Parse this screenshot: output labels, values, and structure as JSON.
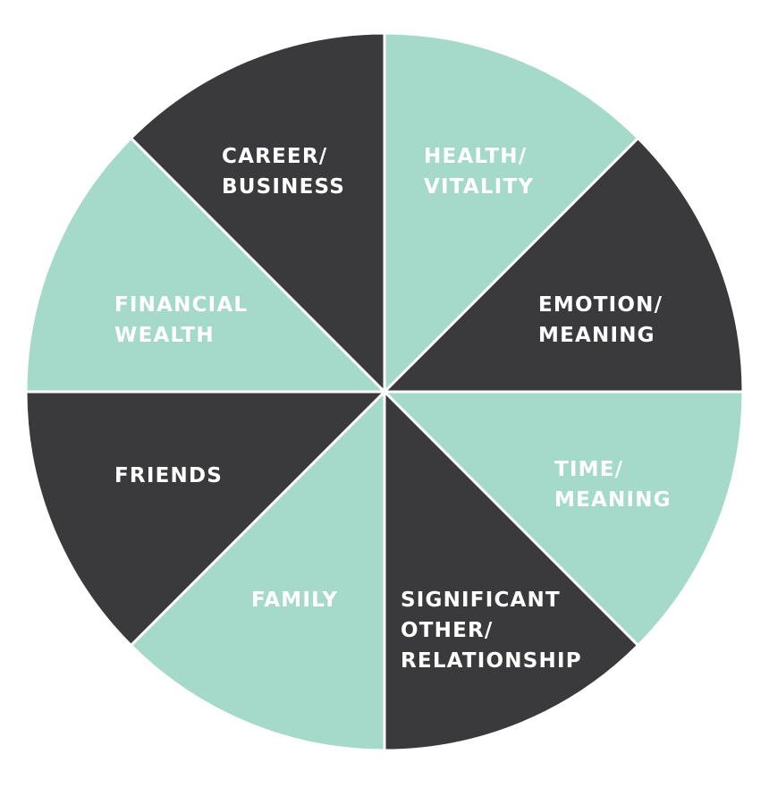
{
  "colors": {
    "dark": "#3a3a3c",
    "light": "#a5d9ca",
    "label": "#ffffff",
    "divider": "#ffffff"
  },
  "segments": [
    {
      "id": "career",
      "lines": [
        "CAREER/",
        "BUSINESS"
      ],
      "fill": "dark"
    },
    {
      "id": "health",
      "lines": [
        "HEALTH/",
        "VITALITY"
      ],
      "fill": "light"
    },
    {
      "id": "emotion",
      "lines": [
        "EMOTION/",
        "MEANING"
      ],
      "fill": "dark"
    },
    {
      "id": "time",
      "lines": [
        "TIME/",
        "MEANING"
      ],
      "fill": "light"
    },
    {
      "id": "significant",
      "lines": [
        "SIGNIFICANT",
        "OTHER/",
        "RELATIONSHIP"
      ],
      "fill": "dark"
    },
    {
      "id": "family",
      "lines": [
        "FAMILY"
      ],
      "fill": "light"
    },
    {
      "id": "friends",
      "lines": [
        "FRIENDS"
      ],
      "fill": "dark"
    },
    {
      "id": "financial",
      "lines": [
        "FINANCIAL",
        "WEALTH"
      ],
      "fill": "light"
    }
  ]
}
